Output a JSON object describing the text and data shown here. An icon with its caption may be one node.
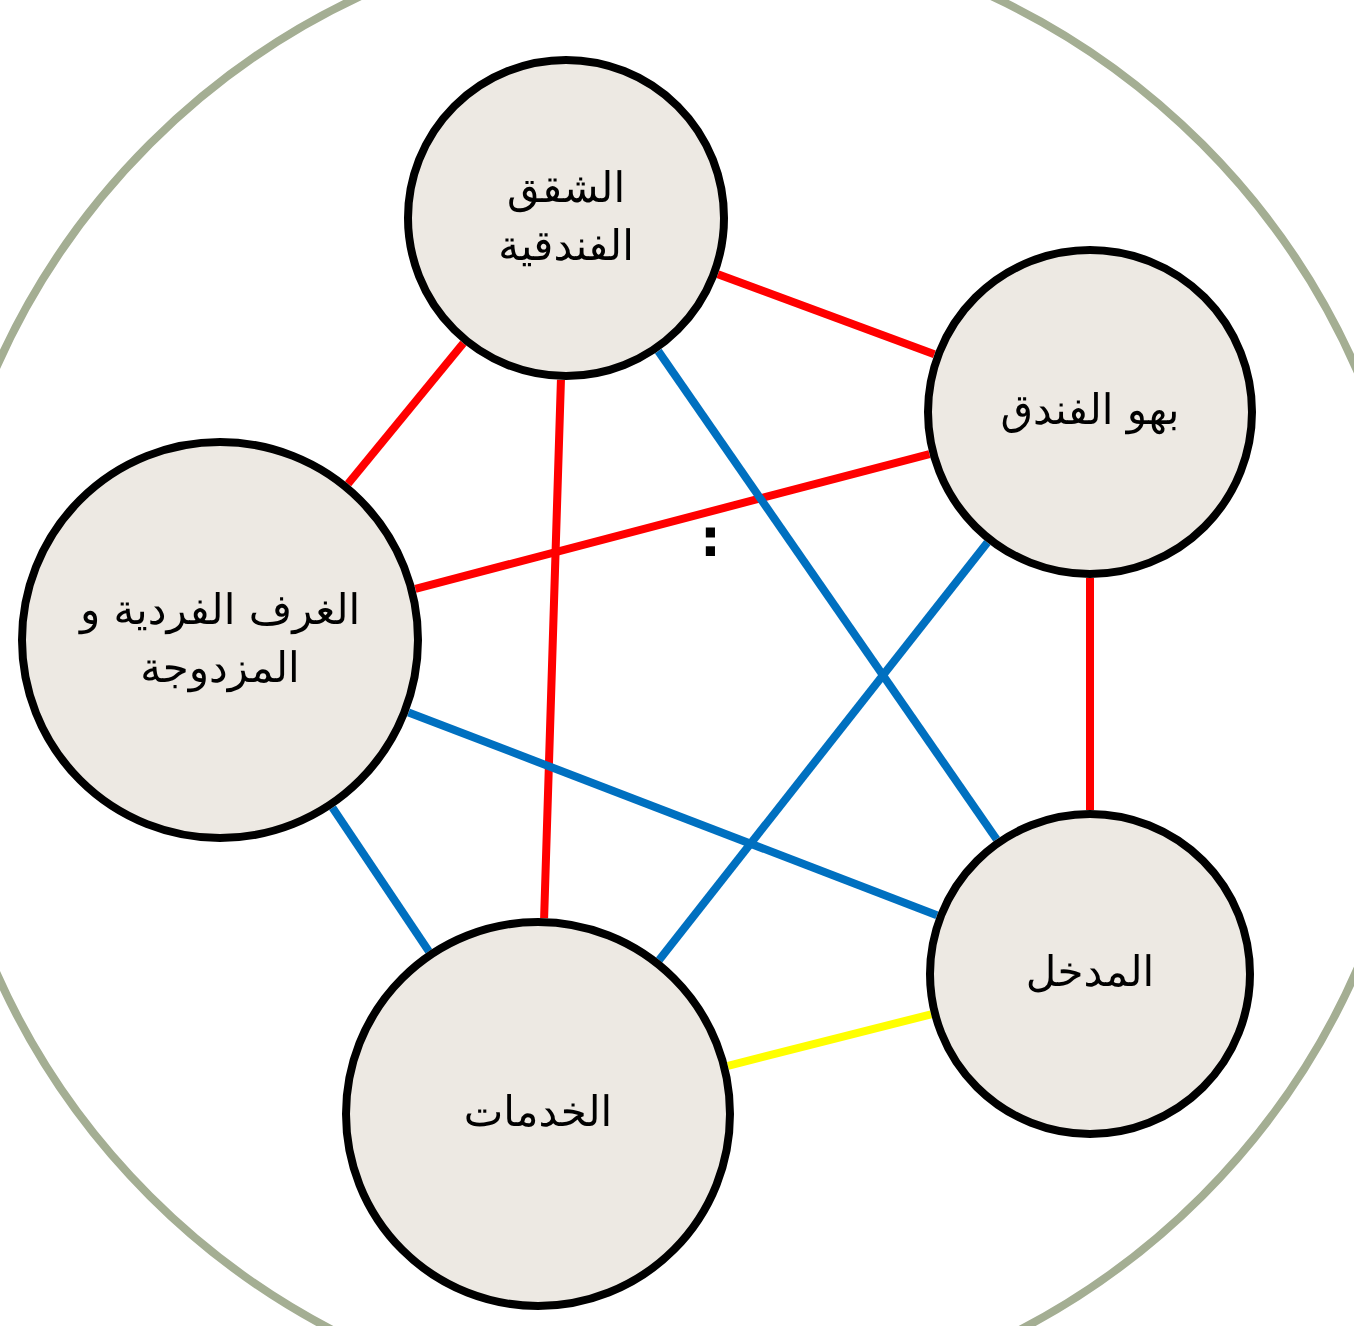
{
  "diagram": {
    "nodes": [
      {
        "text": [
          "الشقق الفندقية"
        ]
      },
      {
        "text": [
          "بهو الفندق"
        ]
      },
      {
        "text": [
          "الغرف الفردية و المزدوجة"
        ]
      },
      {
        "text": [
          "المدخل"
        ]
      },
      {
        "text": [
          "الخدمات"
        ]
      }
    ],
    "edges": [
      {
        "from": 0,
        "to": 1,
        "arrow": "none"
      },
      {
        "from": 0,
        "to": 2,
        "arrow": "none"
      },
      {
        "from": 0,
        "to": 4,
        "arrow": "none"
      },
      {
        "from": 1,
        "to": 2,
        "arrow": "none"
      },
      {
        "from": 1,
        "to": 3,
        "arrow": "none"
      },
      {
        "from": 0,
        "to": 3,
        "arrow": "none",
        "color": "#0070c0"
      },
      {
        "from": 1,
        "to": 4,
        "arrow": "none",
        "color": "#0070c0"
      },
      {
        "from": 2,
        "to": 3,
        "arrow": "none",
        "color": "#0070c0"
      },
      {
        "from": 2,
        "to": 4,
        "arrow": "none",
        "color": "#0070c0"
      },
      {
        "from": 3,
        "to": 4,
        "arrow": "none",
        "color": "#ffff00"
      }
    ],
    "labels": [
      ":"
    ]
  }
}
